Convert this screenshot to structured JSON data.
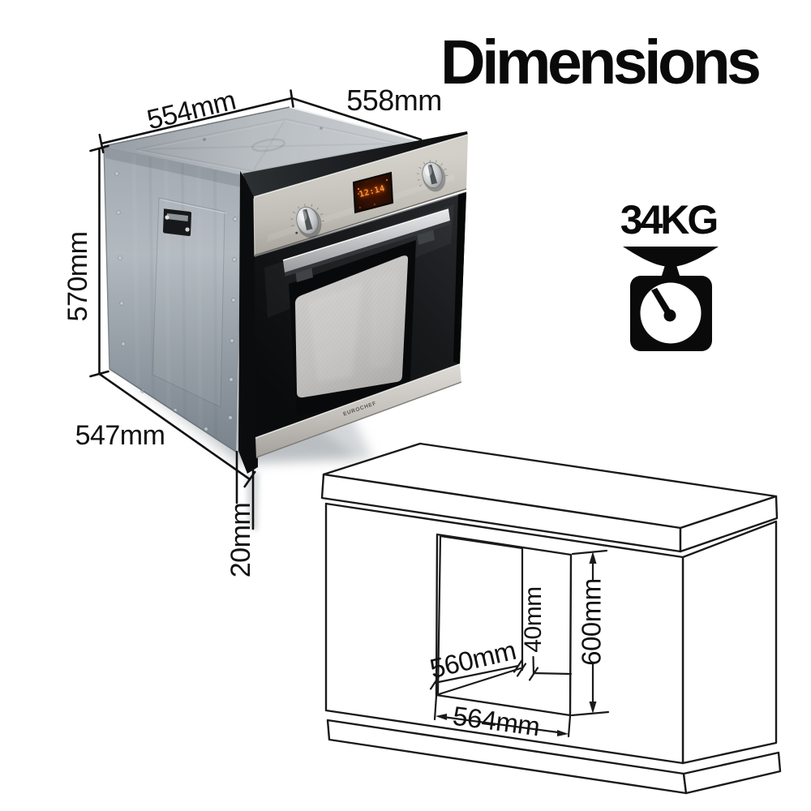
{
  "page": {
    "title": "Dimensions",
    "background": "#ffffff"
  },
  "oven": {
    "brand": "EUROCHEF",
    "display_time": "12:14",
    "dimension_labels": {
      "top_depth": "554mm",
      "top_width": "558mm",
      "height": "570mm",
      "bottom_depth": "547mm",
      "door_overhang": "20mm"
    }
  },
  "weight_badge": {
    "value": "34KG",
    "icon": "kitchen-scale-icon"
  },
  "cabinet_cutout": {
    "depth": "560mm",
    "rear_clearance": "40mm",
    "height": "600mm",
    "width": "564mm"
  },
  "colors": {
    "ink": "#111111",
    "drawing_line": "#1a1a1a",
    "stainless": "#c6c2bb",
    "steel_body": "#b6bdc2",
    "display_glow": "#ff9636"
  }
}
